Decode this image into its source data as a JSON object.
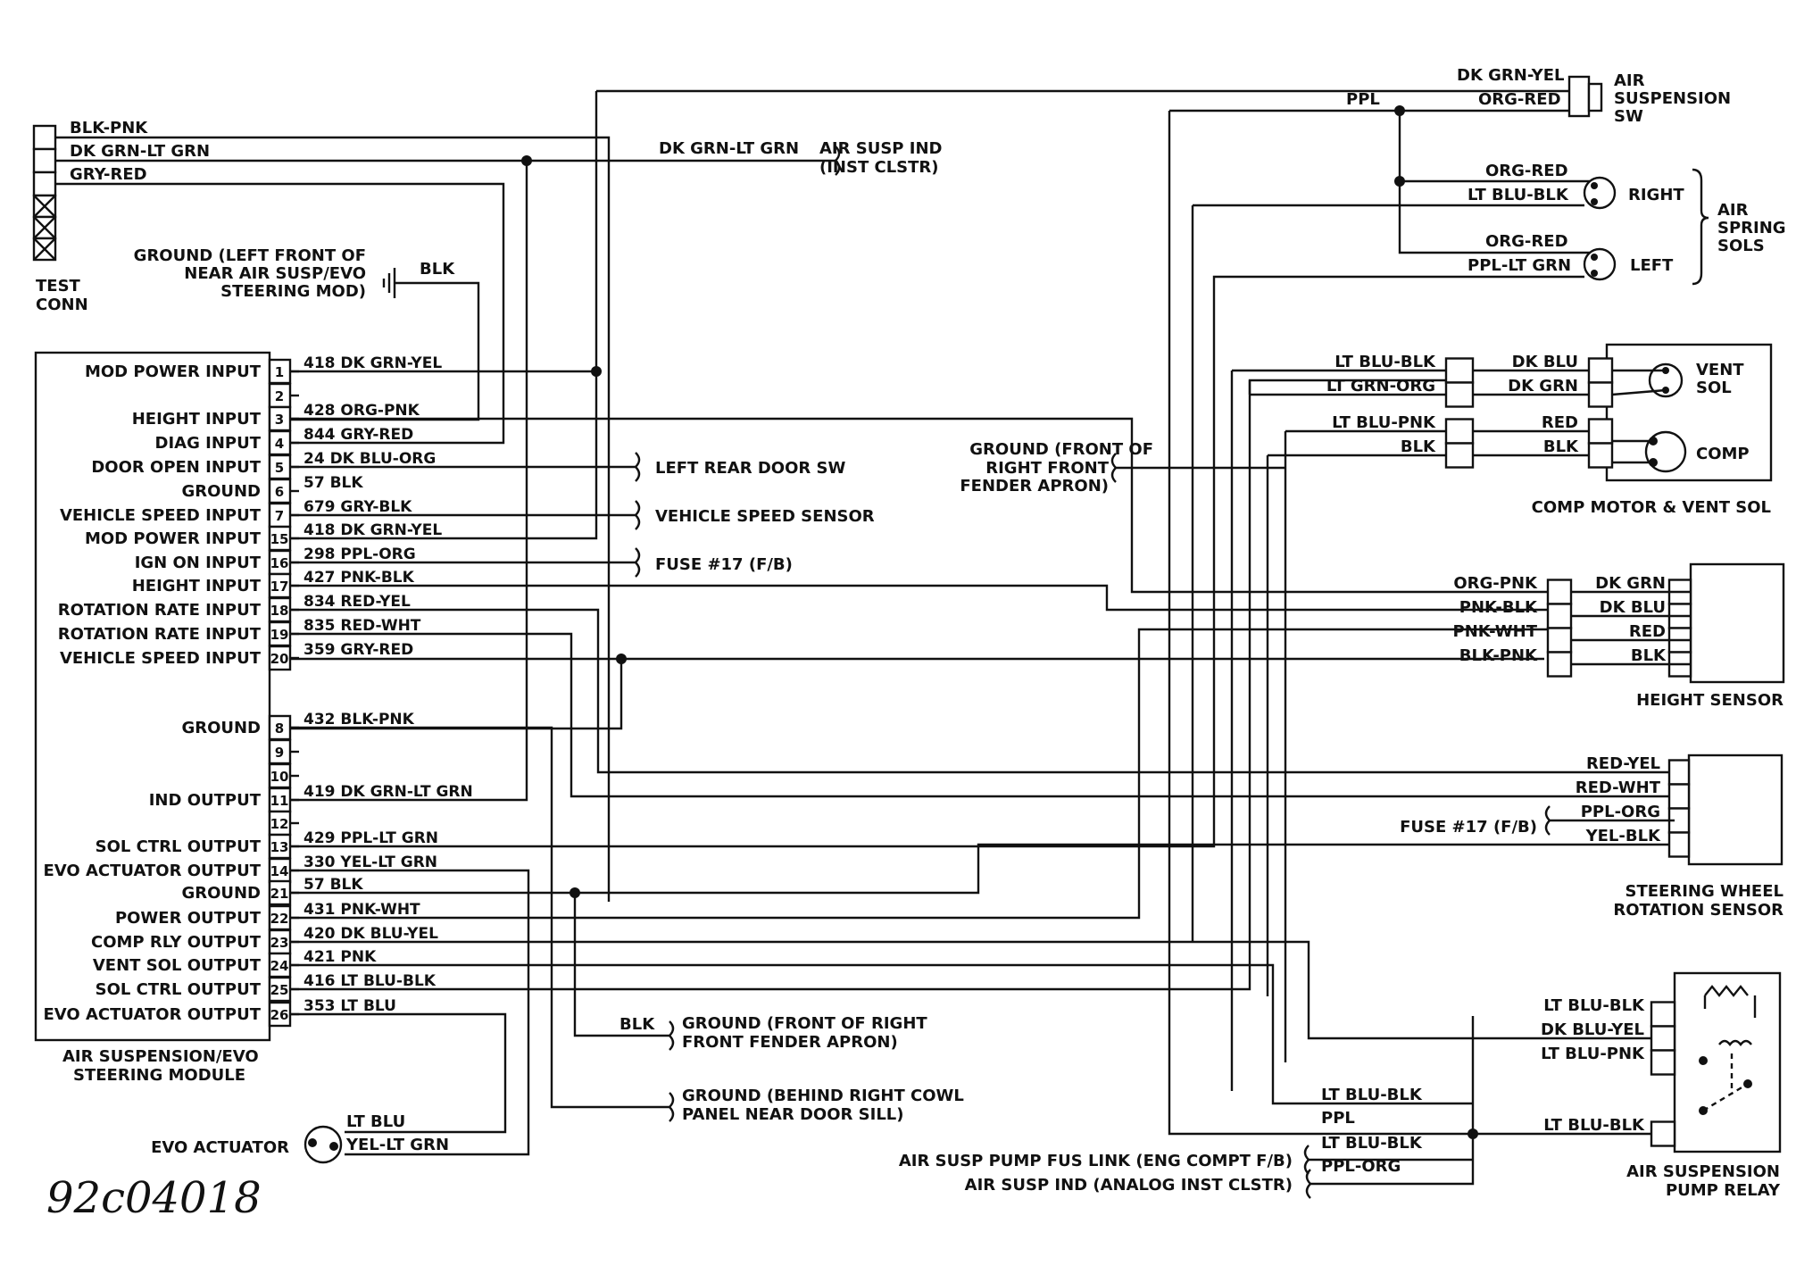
{
  "diagram_code": "92c04018",
  "module": {
    "title_line1": "AIR SUSPENSION/EVO",
    "title_line2": "STEERING MODULE",
    "pins": [
      {
        "num": "1",
        "label": "MOD POWER INPUT",
        "wire": "418 DK GRN-YEL"
      },
      {
        "num": "2",
        "label": "",
        "wire": ""
      },
      {
        "num": "3",
        "label": "HEIGHT INPUT",
        "wire": "428 ORG-PNK"
      },
      {
        "num": "4",
        "label": "DIAG INPUT",
        "wire": "844 GRY-RED"
      },
      {
        "num": "5",
        "label": "DOOR OPEN INPUT",
        "wire": "24 DK BLU-ORG"
      },
      {
        "num": "6",
        "label": "GROUND",
        "wire": "57 BLK"
      },
      {
        "num": "7",
        "label": "VEHICLE SPEED INPUT",
        "wire": "679 GRY-BLK"
      },
      {
        "num": "15",
        "label": "MOD POWER INPUT",
        "wire": "418 DK GRN-YEL"
      },
      {
        "num": "16",
        "label": "IGN ON INPUT",
        "wire": "298 PPL-ORG"
      },
      {
        "num": "17",
        "label": "HEIGHT INPUT",
        "wire": "427 PNK-BLK"
      },
      {
        "num": "18",
        "label": "ROTATION RATE INPUT",
        "wire": "834 RED-YEL"
      },
      {
        "num": "19",
        "label": "ROTATION RATE INPUT",
        "wire": "835 RED-WHT"
      },
      {
        "num": "20",
        "label": "VEHICLE SPEED INPUT",
        "wire": "359 GRY-RED"
      },
      {
        "num": "8",
        "label": "GROUND",
        "wire": "432 BLK-PNK"
      },
      {
        "num": "9",
        "label": "",
        "wire": ""
      },
      {
        "num": "10",
        "label": "",
        "wire": ""
      },
      {
        "num": "11",
        "label": "IND OUTPUT",
        "wire": "419 DK GRN-LT GRN"
      },
      {
        "num": "12",
        "label": "",
        "wire": ""
      },
      {
        "num": "13",
        "label": "SOL CTRL OUTPUT",
        "wire": "429 PPL-LT GRN"
      },
      {
        "num": "14",
        "label": "EVO ACTUATOR OUTPUT",
        "wire": "330 YEL-LT GRN"
      },
      {
        "num": "21",
        "label": "GROUND",
        "wire": "57 BLK"
      },
      {
        "num": "22",
        "label": "POWER OUTPUT",
        "wire": "431 PNK-WHT"
      },
      {
        "num": "23",
        "label": "COMP RLY OUTPUT",
        "wire": "420 DK BLU-YEL"
      },
      {
        "num": "24",
        "label": "VENT SOL OUTPUT",
        "wire": "421 PNK"
      },
      {
        "num": "25",
        "label": "SOL CTRL OUTPUT",
        "wire": "416 LT BLU-BLK"
      },
      {
        "num": "26",
        "label": "EVO ACTUATOR OUTPUT",
        "wire": "353 LT BLU"
      }
    ]
  },
  "test_conn": {
    "line1": "TEST",
    "line2": "CONN",
    "wires": [
      "BLK-PNK",
      "DK GRN-LT GRN",
      "GRY-RED"
    ]
  },
  "ground_left": {
    "line1": "GROUND (LEFT FRONT OF",
    "line2": "NEAR AIR SUSP/EVO",
    "line3": "STEERING MOD)",
    "wire": "BLK"
  },
  "air_susp_ind": {
    "wire": "DK GRN-LT GRN",
    "line1": "AIR SUSP IND",
    "line2": "(INST CLSTR)"
  },
  "left_rear_door": "LEFT REAR DOOR SW",
  "vehicle_speed_sensor": "VEHICLE SPEED SENSOR",
  "fuse17": "FUSE #17 (F/B)",
  "ground_front_right": {
    "wire": "BLK",
    "line1": "GROUND (FRONT OF RIGHT",
    "line2": "FRONT FENDER APRON)"
  },
  "ground_cowl": {
    "line1": "GROUND (BEHIND RIGHT COWL",
    "line2": "PANEL NEAR DOOR SILL)"
  },
  "evo_actuator": {
    "label": "EVO ACTUATOR",
    "wires": [
      "LT BLU",
      "YEL-LT GRN"
    ]
  },
  "air_susp_sw": {
    "line1": "AIR",
    "line2": "SUSPENSION",
    "line3": "SW",
    "wires": [
      "DK GRN-YEL",
      "ORG-RED"
    ],
    "ppl": "PPL"
  },
  "air_spring_sols": {
    "line1": "AIR",
    "line2": "SPRING",
    "line3": "SOLS",
    "right": {
      "label": "RIGHT",
      "wires": [
        "ORG-RED",
        "LT BLU-BLK"
      ]
    },
    "left": {
      "label": "LEFT",
      "wires": [
        "ORG-RED",
        "PPL-LT GRN"
      ]
    }
  },
  "comp_motor": {
    "title": "COMP MOTOR & VENT SOL",
    "vent": {
      "line1": "VENT",
      "line2": "SOL"
    },
    "comp": "COMP",
    "left_wires": [
      "LT BLU-BLK",
      "LT GRN-ORG",
      "LT BLU-PNK",
      "BLK"
    ],
    "right_wires": [
      "DK BLU",
      "DK GRN",
      "RED",
      "BLK"
    ]
  },
  "ground_fender": {
    "line1": "GROUND (FRONT OF",
    "line2": "RIGHT FRONT",
    "line3": "FENDER APRON)"
  },
  "height_sensor": {
    "title": "HEIGHT SENSOR",
    "left_wires": [
      "ORG-PNK",
      "PNK-BLK",
      "PNK-WHT",
      "BLK-PNK"
    ],
    "right_wires": [
      "DK GRN",
      "DK BLU",
      "RED",
      "BLK"
    ]
  },
  "steering_sensor": {
    "line1": "STEERING WHEEL",
    "line2": "ROTATION SENSOR",
    "wires": [
      "RED-YEL",
      "RED-WHT",
      "PPL-ORG",
      "YEL-BLK"
    ],
    "fuse": "FUSE #17 (F/B)"
  },
  "pump_relay": {
    "line1": "AIR SUSPENSION",
    "line2": "PUMP RELAY",
    "wires": [
      "LT BLU-BLK",
      "DK BLU-YEL",
      "LT BLU-PNK",
      "LT BLU-BLK"
    ]
  },
  "pump_feeds": {
    "wires": [
      "LT BLU-BLK",
      "PPL",
      "LT BLU-BLK",
      "PPL-ORG"
    ],
    "fus_link": "AIR SUSP PUMP FUS LINK (ENG COMPT F/B)",
    "ind": "AIR SUSP IND (ANALOG INST CLSTR)"
  }
}
